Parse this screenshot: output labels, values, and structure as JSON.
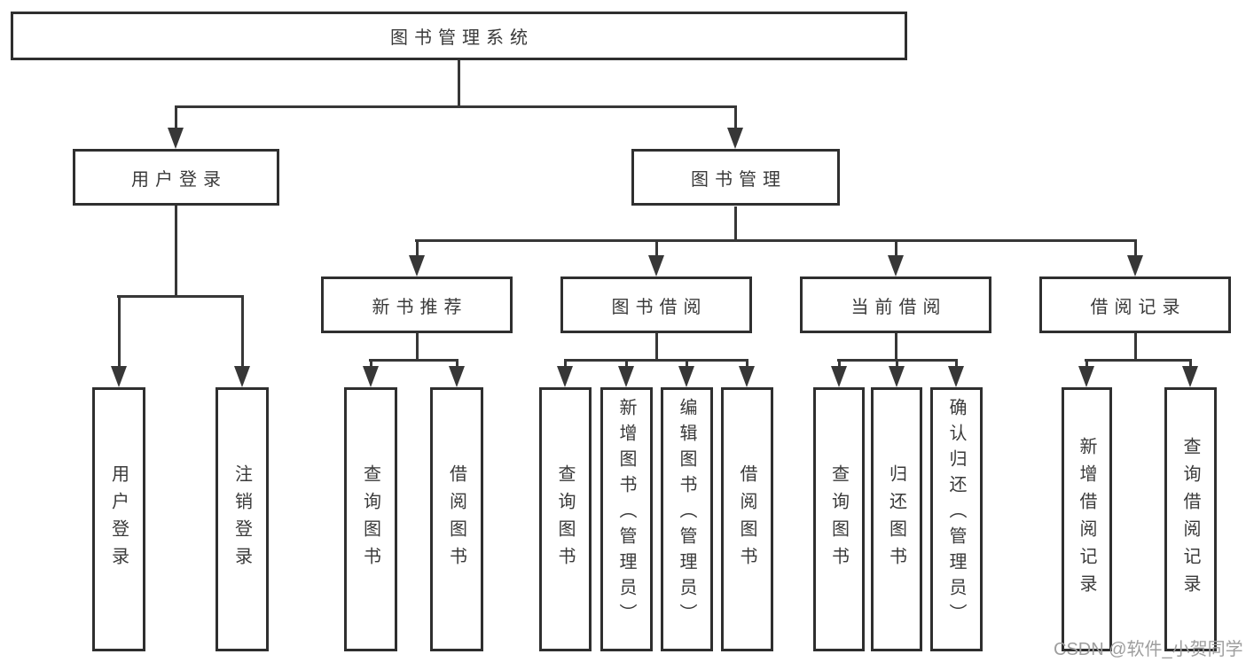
{
  "nodes": {
    "root": "图书管理系统",
    "user_login": "用户登录",
    "book_mgmt": "图书管理",
    "new_book_rec": "新书推荐",
    "book_borrow": "图书借阅",
    "current_borrow": "当前借阅",
    "borrow_records": "借阅记录",
    "leaf_user_login": "用户登录",
    "leaf_logout": "注销登录",
    "leaf_query_book_a": "查询图书",
    "leaf_borrow_book_a": "借阅图书",
    "leaf_query_book_b": "查询图书",
    "leaf_add_book": "新增图书（管理员）",
    "leaf_edit_book": "编辑图书（管理员）",
    "leaf_borrow_book_b": "借阅图书",
    "leaf_query_book_c": "查询图书",
    "leaf_return_book": "归还图书",
    "leaf_confirm_return": "确认归还（管理员）",
    "leaf_add_record": "新增借阅记录",
    "leaf_query_record": "查询借阅记录"
  },
  "watermark": "CSDN @软件_小贺同学",
  "colors": {
    "background": "#ffffff",
    "line": "#373737",
    "box_border": "#2f2f2f",
    "text": "#3a3a3a",
    "watermark": "#9e9e9e"
  }
}
